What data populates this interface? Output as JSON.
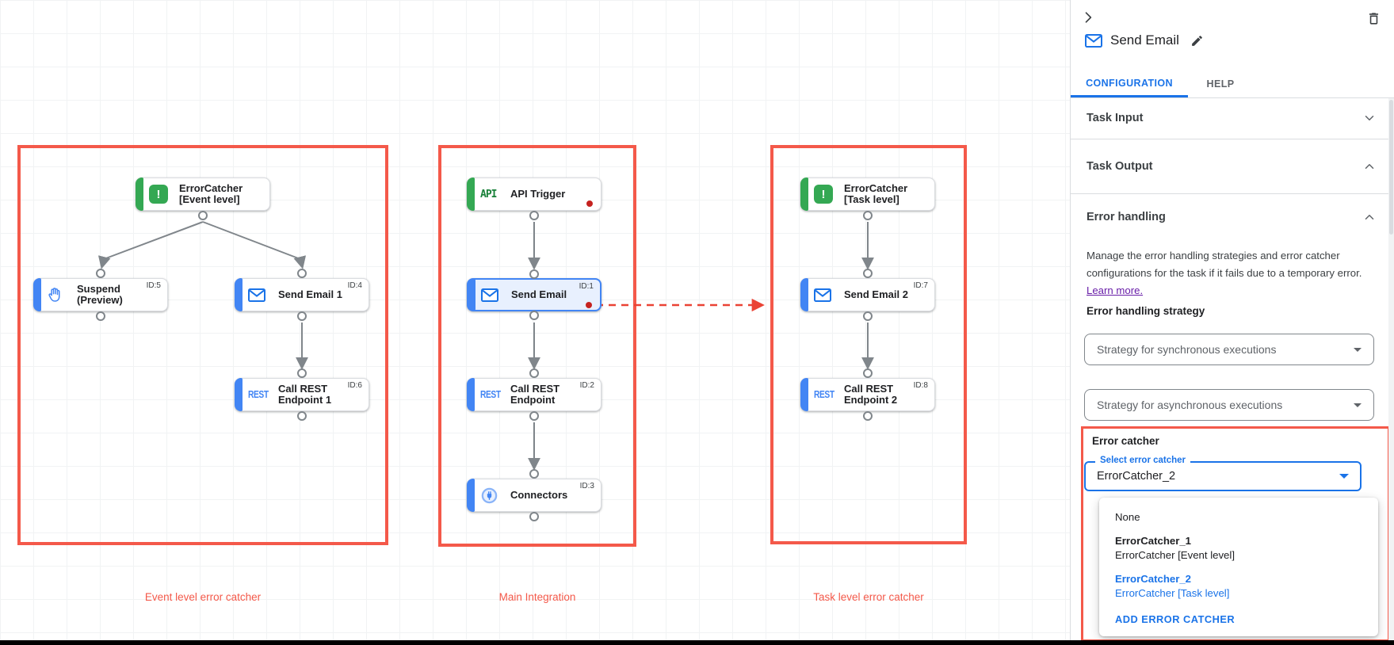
{
  "header": {
    "title": "Send Email"
  },
  "tabs": {
    "configuration": "CONFIGURATION",
    "help": "HELP"
  },
  "sections": {
    "task_input": "Task Input",
    "task_output": "Task Output",
    "error_handling": "Error handling"
  },
  "error_handling": {
    "description": "Manage the error handling strategies and error catcher configurations for the task if it fails due to a temporary error.",
    "learn_more": "Learn more.",
    "strategy_label": "Error handling strategy",
    "sync_option": "Strategy for synchronous executions",
    "async_option": "Strategy for asynchronous executions"
  },
  "error_catcher": {
    "section_label": "Error catcher",
    "select_label": "Select error catcher",
    "selected_value": "ErrorCatcher_2",
    "menu": {
      "none": "None",
      "opt1_name": "ErrorCatcher_1",
      "opt1_desc": "ErrorCatcher [Event level]",
      "opt2_name": "ErrorCatcher_2",
      "opt2_desc": "ErrorCatcher [Task level]",
      "add": "ADD ERROR CATCHER"
    }
  },
  "captions": {
    "event": "Event level error catcher",
    "main": "Main Integration",
    "task": "Task level error catcher"
  },
  "nodes": {
    "ec_event": {
      "line1": "ErrorCatcher",
      "line2": "[Event level]"
    },
    "suspend": {
      "line1": "Suspend",
      "line2": "(Preview)",
      "id": "ID:5"
    },
    "send_email_1": {
      "line1": "Send Email 1",
      "id": "ID:4"
    },
    "rest_1": {
      "line1": "Call REST",
      "line2": "Endpoint 1",
      "id": "ID:6"
    },
    "api_trigger": {
      "line1": "API Trigger"
    },
    "send_email": {
      "line1": "Send Email",
      "id": "ID:1"
    },
    "rest": {
      "line1": "Call REST",
      "line2": "Endpoint",
      "id": "ID:2"
    },
    "connectors": {
      "line1": "Connectors",
      "id": "ID:3"
    },
    "ec_task": {
      "line1": "ErrorCatcher",
      "line2": "[Task level]"
    },
    "send_email_2": {
      "line1": "Send Email 2",
      "id": "ID:7"
    },
    "rest_2": {
      "line1": "Call REST",
      "line2": "Endpoint 2",
      "id": "ID:8"
    }
  },
  "icon_labels": {
    "api": "API",
    "rest": "REST",
    "error": "!"
  },
  "colors": {
    "accent_blue": "#1a73e8",
    "node_blue": "#4285f4",
    "node_green": "#34a853",
    "outline_red": "#f4594a",
    "link_purple": "#681da8",
    "edge_gray": "#80868b",
    "error_dot_red": "#c5221f"
  }
}
